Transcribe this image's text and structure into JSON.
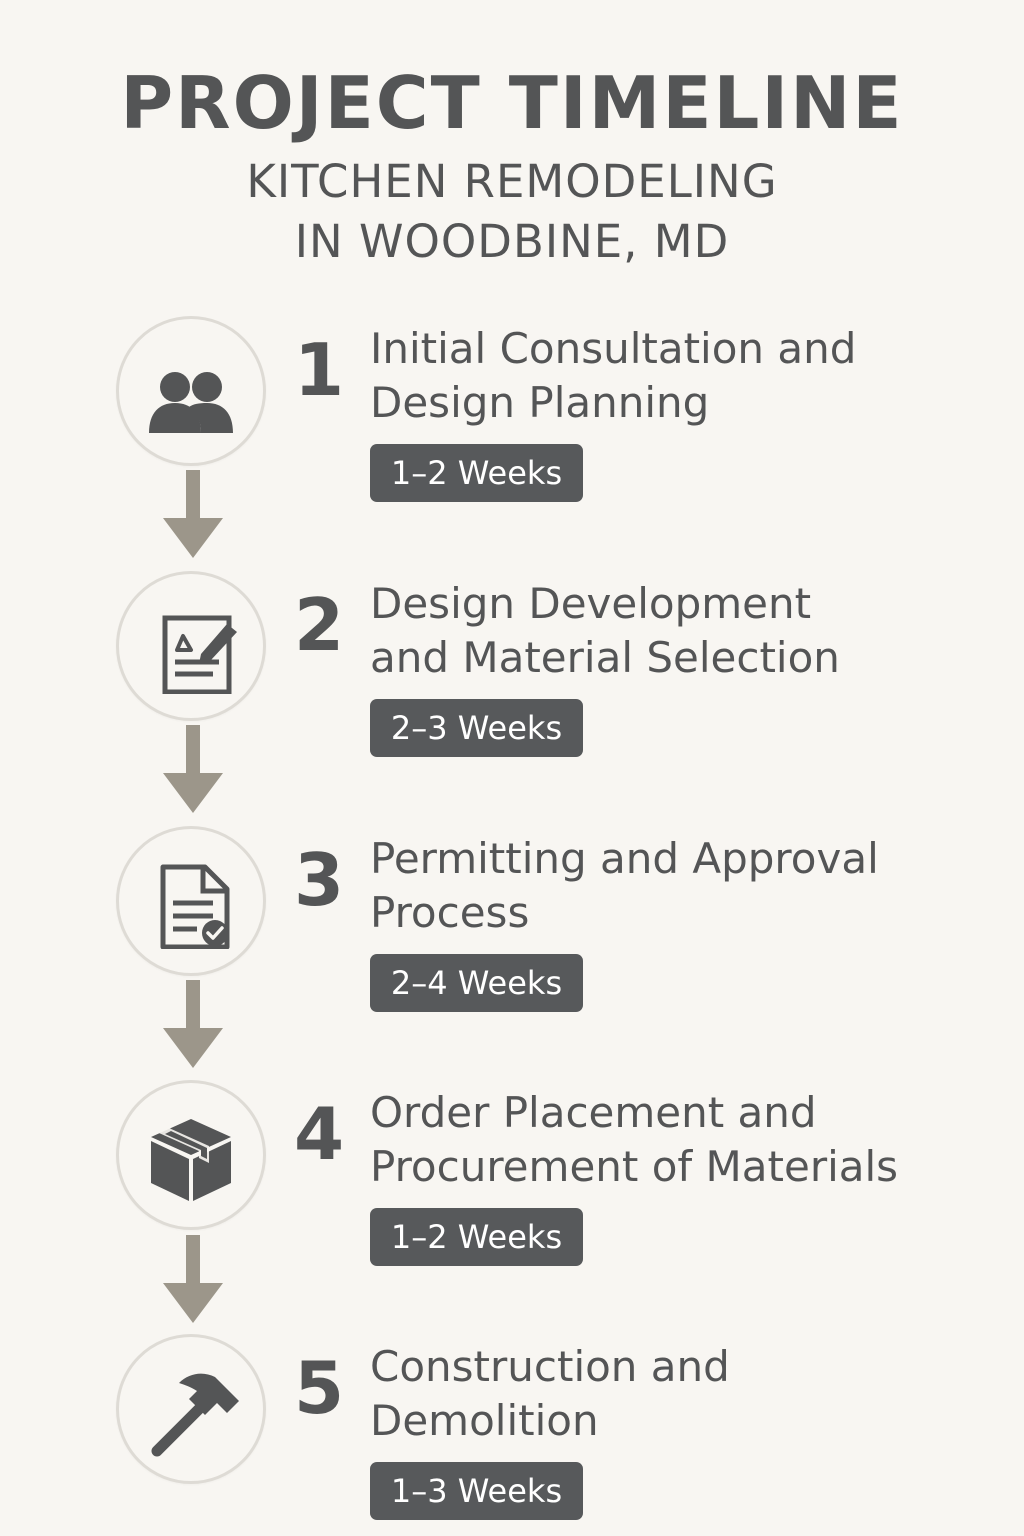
{
  "header": {
    "title": "PROJECT TIMELINE",
    "subtitle_line1": "KITCHEN REMODELING",
    "subtitle_line2": "IN WOODBINE, MD"
  },
  "colors": {
    "background": "#f8f6f2",
    "text": "#545556",
    "badge": "#57595b",
    "arrow": "#9c968a",
    "icon": "#545556"
  },
  "steps": [
    {
      "number": "1",
      "label_line1": "Initial Consultation and",
      "label_line2": "Design Planning",
      "duration": "1–2 Weeks",
      "icon": "people-icon"
    },
    {
      "number": "2",
      "label_line1": "Design Development",
      "label_line2": "and Material Selection",
      "duration": "2–3 Weeks",
      "icon": "design-document-icon"
    },
    {
      "number": "3",
      "label_line1": "Permitting and Approval",
      "label_line2": "Process",
      "duration": "2–4 Weeks",
      "icon": "approved-document-icon"
    },
    {
      "number": "4",
      "label_line1": "Order Placement and",
      "label_line2": "Procurement of Materials",
      "duration": "1–2 Weeks",
      "icon": "package-icon"
    },
    {
      "number": "5",
      "label_line1": "Construction and",
      "label_line2": "Demolition",
      "duration": "1–3 Weeks",
      "icon": "hammer-icon"
    }
  ]
}
